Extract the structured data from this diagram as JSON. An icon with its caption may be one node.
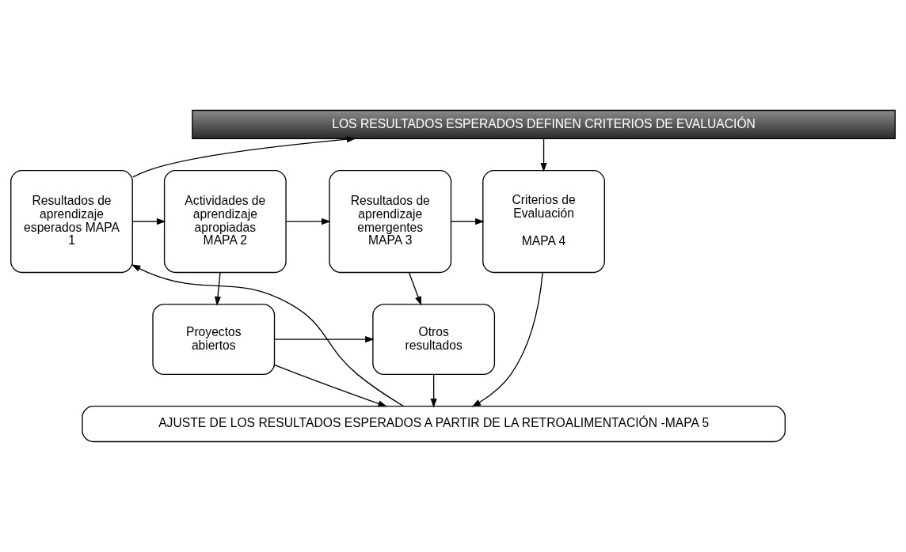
{
  "diagram": {
    "nodes": [
      {
        "text": [
          "LOS RESULTADOS ESPERADOS DEFINEN CRITERIOS DE EVALUACIÓN"
        ]
      },
      {
        "text": [
          "Resultados de aprendizaje esperados MAPA 1"
        ]
      },
      {
        "text": [
          "Actividades de aprendizaje apropiadas MAPA 2"
        ]
      },
      {
        "text": [
          "Resultados de aprendizaje emergentes MAPA 3"
        ]
      },
      {
        "text": [
          "Criterios de Evaluación",
          "MAPA 4"
        ]
      },
      {
        "text": [
          "Proyectos abiertos"
        ]
      },
      {
        "text": [
          "Otros resultados"
        ]
      },
      {
        "text": [
          "AJUSTE DE LOS RESULTADOS ESPERADOS A PARTIR DE LA RETROALIMENTACIÓN -MAPA 5"
        ]
      }
    ],
    "edges": [
      {
        "from": 1,
        "to": 0,
        "arrow": "to"
      },
      {
        "from": 0,
        "to": 4,
        "arrow": "to"
      },
      {
        "from": 1,
        "to": 2,
        "arrow": "to"
      },
      {
        "from": 2,
        "to": 3,
        "arrow": "to"
      },
      {
        "from": 3,
        "to": 4,
        "arrow": "to"
      },
      {
        "from": 2,
        "to": 5,
        "arrow": "to"
      },
      {
        "from": 3,
        "to": 6,
        "arrow": "to"
      },
      {
        "from": 5,
        "to": 6,
        "arrow": "to"
      },
      {
        "from": 5,
        "to": 7,
        "arrow": "to"
      },
      {
        "from": 6,
        "to": 7,
        "arrow": "to"
      },
      {
        "from": 4,
        "to": 7,
        "arrow": "to"
      },
      {
        "from": 7,
        "to": 1,
        "arrow": "to"
      }
    ]
  }
}
